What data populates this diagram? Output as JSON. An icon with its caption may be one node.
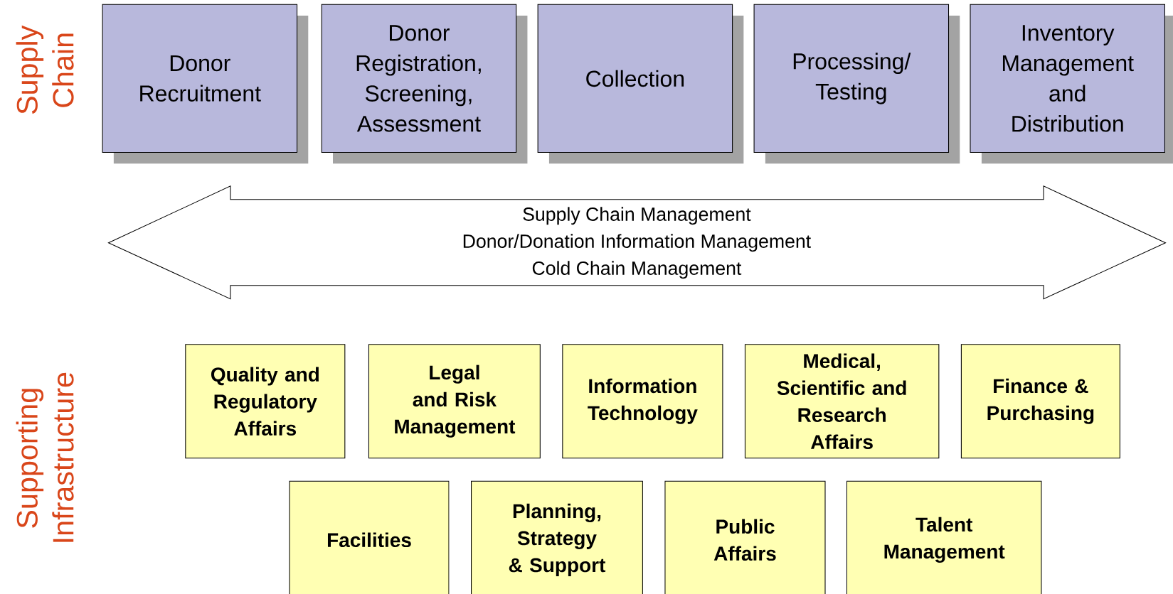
{
  "diagram": {
    "nodes": [
      {
        "text": [
          "Donor Recruitment"
        ]
      },
      {
        "text": [
          "Donor Registration, Screening, Assessment"
        ]
      },
      {
        "text": [
          "Collection"
        ]
      },
      {
        "text": [
          "Processing/ Testing"
        ]
      },
      {
        "text": [
          "Inventory Management and Distribution"
        ]
      },
      {
        "text": [
          "Supply Chain Management",
          "Donor/Donation Information Management",
          "Cold Chain Management"
        ]
      },
      {
        "text": [
          "Quality and Regulatory Affairs"
        ]
      },
      {
        "text": [
          "Legal and Risk Management"
        ]
      },
      {
        "text": [
          "Information Technology"
        ]
      },
      {
        "text": [
          "Medical, Scientific and Research Affairs"
        ]
      },
      {
        "text": [
          "Finance & Purchasing"
        ]
      },
      {
        "text": [
          "Facilities"
        ]
      },
      {
        "text": [
          "Planning, Strategy & Support"
        ]
      },
      {
        "text": [
          "Public Affairs"
        ]
      },
      {
        "text": [
          "Talent Management"
        ]
      }
    ],
    "labels": [
      "Supply Chain",
      "Supporting Infrastructure"
    ]
  }
}
